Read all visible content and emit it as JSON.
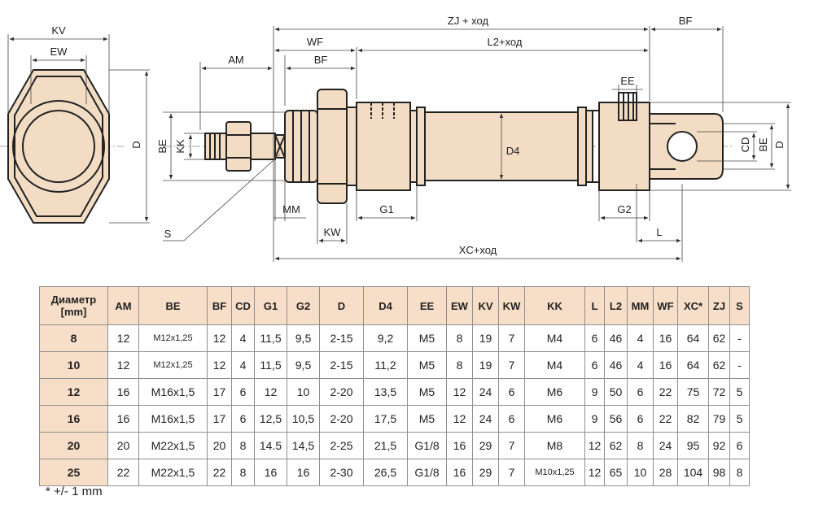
{
  "labels": {
    "kv": "KV",
    "ew_left": "EW",
    "d_left": "D",
    "be_left": "BE",
    "kk": "KK",
    "am": "AM",
    "wf": "WF",
    "bf_top": "BF",
    "zj": "ZJ + ход",
    "l2": "L2+ход",
    "bf_right": "BF",
    "ee": "EE",
    "d4": "D4",
    "cd": "CD",
    "be_right": "BE",
    "d_right": "D",
    "mm": "MM",
    "kw": "KW",
    "g1": "G1",
    "g2": "G2",
    "l": "L",
    "s": "S",
    "xc": "XC+ход"
  },
  "table": {
    "headers": [
      "Диаметр [mm]",
      "AM",
      "BE",
      "BF",
      "CD",
      "G1",
      "G2",
      "D",
      "D4",
      "EE",
      "EW",
      "KV",
      "KW",
      "KK",
      "L",
      "L2",
      "MM",
      "WF",
      "XC*",
      "ZJ",
      "S"
    ],
    "rows": [
      [
        "8",
        "12",
        "M12x1,25",
        "12",
        "4",
        "11,5",
        "9,5",
        "2-15",
        "9,2",
        "M5",
        "8",
        "19",
        "7",
        "M4",
        "6",
        "46",
        "4",
        "16",
        "64",
        "62",
        "-"
      ],
      [
        "10",
        "12",
        "M12x1,25",
        "12",
        "4",
        "11,5",
        "9,5",
        "2-15",
        "11,2",
        "M5",
        "8",
        "19",
        "7",
        "M4",
        "6",
        "46",
        "4",
        "16",
        "64",
        "62",
        "-"
      ],
      [
        "12",
        "16",
        "M16x1,5",
        "17",
        "6",
        "12",
        "10",
        "2-20",
        "13,5",
        "M5",
        "12",
        "24",
        "6",
        "M6",
        "9",
        "50",
        "6",
        "22",
        "75",
        "72",
        "5"
      ],
      [
        "16",
        "16",
        "M16x1,5",
        "17",
        "6",
        "12,5",
        "10,5",
        "2-20",
        "17,5",
        "M5",
        "12",
        "24",
        "6",
        "M6",
        "9",
        "56",
        "6",
        "22",
        "82",
        "79",
        "5"
      ],
      [
        "20",
        "20",
        "M22x1,5",
        "20",
        "8",
        "14.5",
        "14,5",
        "2-25",
        "21,5",
        "G1/8",
        "16",
        "29",
        "7",
        "M8",
        "12",
        "62",
        "8",
        "24",
        "95",
        "92",
        "6"
      ],
      [
        "25",
        "22",
        "M22x1,5",
        "22",
        "8",
        "16",
        "16",
        "2-30",
        "26,5",
        "G1/8",
        "16",
        "29",
        "7",
        "M10x1,25",
        "12",
        "65",
        "10",
        "28",
        "104",
        "98",
        "8"
      ]
    ]
  },
  "footnote": "* +/- 1 mm"
}
